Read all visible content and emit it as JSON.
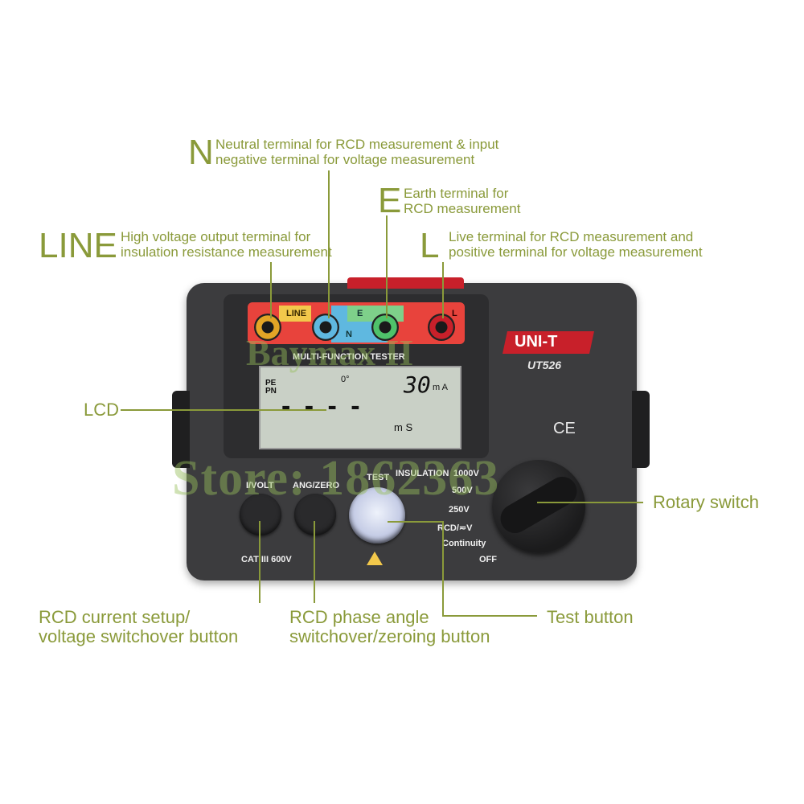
{
  "callouts": {
    "n_letter": "N",
    "n_desc_1": "Neutral terminal for RCD measurement & input",
    "n_desc_2": "negative terminal for voltage measurement",
    "e_letter": "E",
    "e_desc_1": "Earth terminal for",
    "e_desc_2": "RCD measurement",
    "line_letter": "LINE",
    "line_desc_1": "High voltage output terminal for",
    "line_desc_2": "insulation resistance measurement",
    "l_letter": "L",
    "l_desc_1": "Live terminal for RCD measurement and",
    "l_desc_2": "positive terminal for voltage measurement",
    "lcd": "LCD",
    "rotary": "Rotary switch",
    "rcd_current_1": "RCD current setup/",
    "rcd_current_2": "voltage switchover button",
    "rcd_phase_1": "RCD phase angle",
    "rcd_phase_2": "switchover/zeroing button",
    "test_button": "Test button"
  },
  "device": {
    "brand": "UNI-T",
    "model": "UT526",
    "ce": "CE",
    "title": "MULTI-FUNCTION TESTER",
    "terminal_line": "LINE",
    "terminal_e": "E",
    "terminal_l": "L",
    "terminal_n": "N",
    "btn_ivolt": "I/VOLT",
    "btn_angzero": "ANG/ZERO",
    "btn_test": "TEST",
    "cat": "CAT III 600V",
    "switch_positions": [
      "1000V",
      "500V",
      "250V",
      "RCD/≂V",
      "Continuity",
      "OFF"
    ],
    "switch_insulation": "INSULATION"
  },
  "lcd": {
    "pe": "PE",
    "pn": "PN",
    "angle": "0°",
    "current": "30",
    "current_unit": "m A",
    "dashes": "- - - -",
    "time_unit": "m S"
  },
  "watermark": {
    "line1": "Baymax II",
    "line2": "Store: 1862363"
  },
  "colors": {
    "accent": "#8a9a3a",
    "brand_red": "#c8202a",
    "body": "#3c3c3e"
  }
}
